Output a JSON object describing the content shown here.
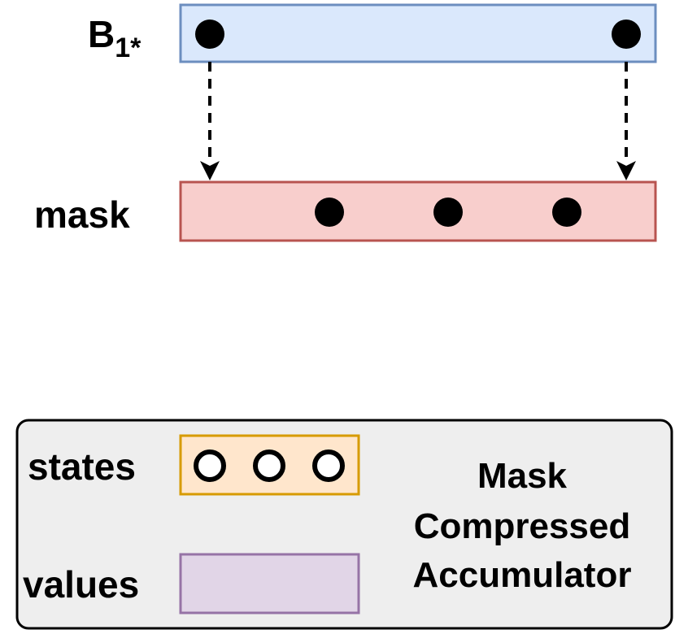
{
  "rows": {
    "b1": {
      "label_main": "B",
      "label_sub": "1*",
      "fill": "#dae8fc",
      "stroke": "#6c8ebf"
    },
    "mask": {
      "label": "mask",
      "fill": "#f8cecc",
      "stroke": "#b85450"
    }
  },
  "legend": {
    "fill": "#eeeeee",
    "stroke": "#000000",
    "states": {
      "label": "states",
      "fill": "#ffe6cc",
      "stroke": "#d79b00"
    },
    "values": {
      "label": "values",
      "fill": "#e1d5e7",
      "stroke": "#9673a6"
    },
    "title_lines": [
      "Mask",
      "Compressed",
      "Accumulator"
    ]
  },
  "arrows": {
    "style": "dashed",
    "color": "#000000"
  }
}
